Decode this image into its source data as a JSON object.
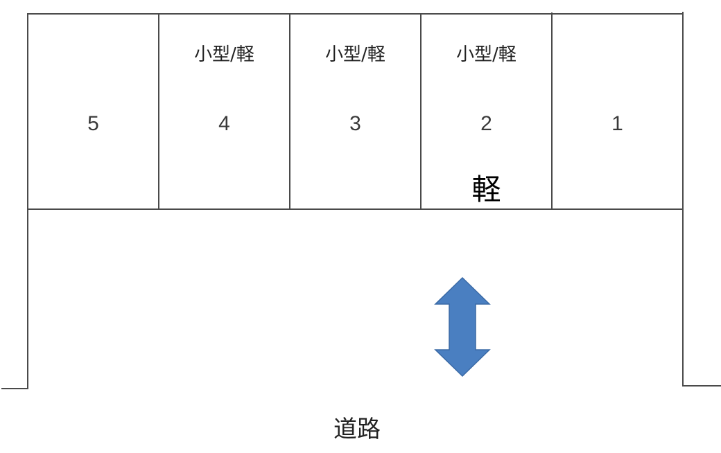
{
  "diagram": {
    "type": "parking-lot-layout",
    "colors": {
      "lines": "#4a4a4a",
      "arrow_fill": "#4a7fc1",
      "arrow_stroke": "#3a6aa6",
      "background": "#ffffff"
    },
    "slots": [
      {
        "number": "5",
        "type_label": "",
        "note": ""
      },
      {
        "number": "4",
        "type_label": "小型/軽",
        "note": ""
      },
      {
        "number": "3",
        "type_label": "小型/軽",
        "note": ""
      },
      {
        "number": "2",
        "type_label": "小型/軽",
        "note": "軽"
      },
      {
        "number": "1",
        "type_label": "",
        "note": ""
      }
    ],
    "entrance_arrow": {
      "icon": "double-vertical-arrow-icon",
      "direction": "up-down"
    },
    "road_label": "道路"
  }
}
